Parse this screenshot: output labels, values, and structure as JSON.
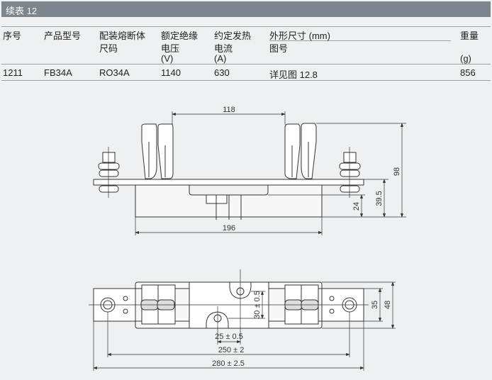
{
  "table_title": "续表 12",
  "headers": {
    "col1": [
      "序号"
    ],
    "col2": [
      "产品型号"
    ],
    "col3": [
      "配装熔断体",
      "尺码"
    ],
    "col4": [
      "额定绝缘",
      "电压",
      "(V)"
    ],
    "col5": [
      "约定发热",
      "电流",
      "(A)"
    ],
    "col6": [
      "外形尺寸 (mm)",
      "图号"
    ],
    "col7": [
      "重量",
      "(g)"
    ]
  },
  "rows": [
    {
      "no": "1211",
      "model": "FB34A",
      "fuse_size": "RO34A",
      "voltage": "1140",
      "current": "630",
      "figure": "详见图 12.8",
      "weight": "856"
    }
  ],
  "drawing": {
    "side_view": {
      "dim_top": "118",
      "dim_width": "196",
      "dim_24": "24",
      "dim_39_5": "39.5",
      "dim_98": "98"
    },
    "plan_view": {
      "dim_35": "35",
      "dim_48": "48",
      "dim_30": "30 ± 0.5",
      "dim_25": "25 ± 0.5",
      "dim_250": "250 ± 2",
      "dim_280": "280 ± 2.5"
    }
  }
}
